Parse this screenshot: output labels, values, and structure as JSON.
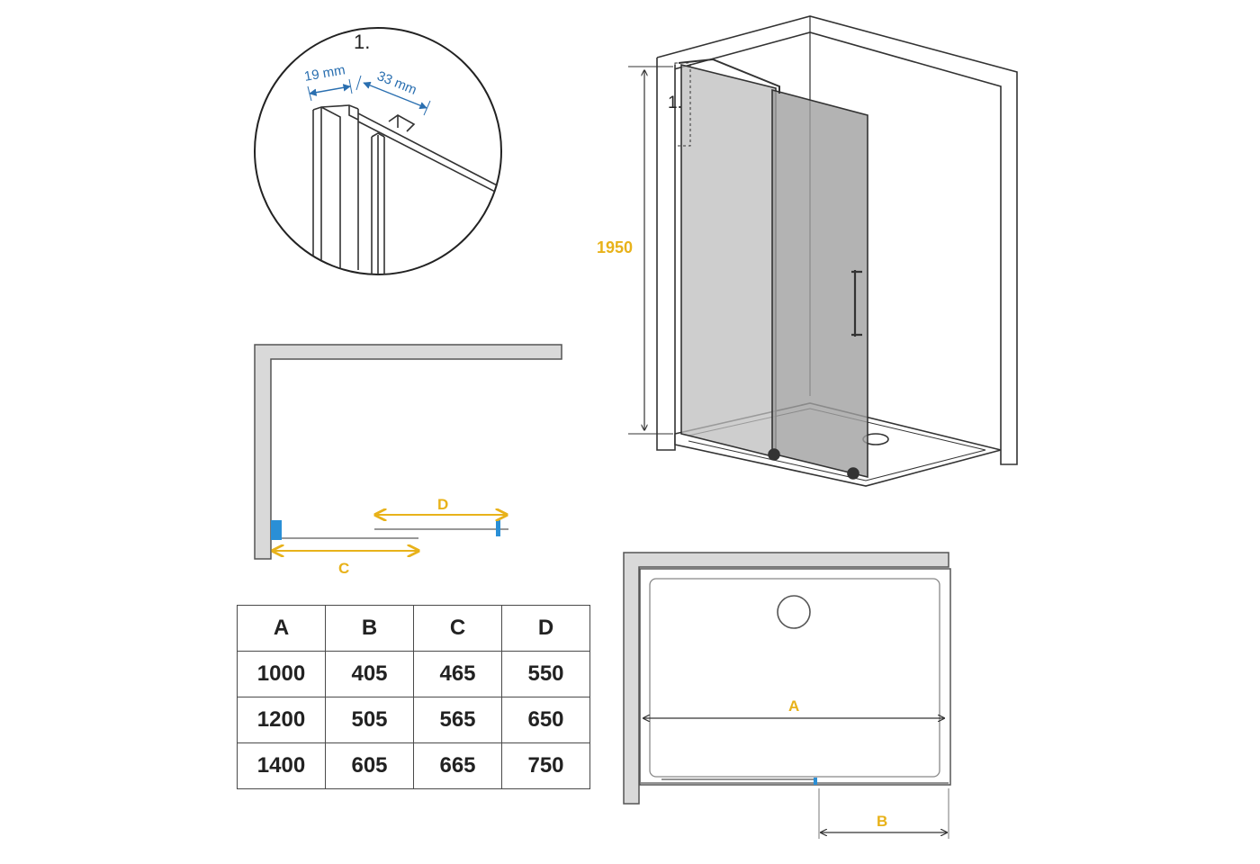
{
  "detail": {
    "number_label": "1.",
    "dim_left": "19 mm",
    "dim_right": "33 mm"
  },
  "elevation": {
    "height_label": "1950",
    "callout_label": "1."
  },
  "plan_top": {
    "label_c": "C",
    "label_d": "D"
  },
  "plan_bottom": {
    "label_a": "A",
    "label_b": "B"
  },
  "table": {
    "headers": [
      "A",
      "B",
      "C",
      "D"
    ],
    "rows": [
      [
        "1000",
        "405",
        "465",
        "550"
      ],
      [
        "1200",
        "505",
        "565",
        "650"
      ],
      [
        "1400",
        "605",
        "665",
        "750"
      ]
    ]
  },
  "colors": {
    "dimension_yellow": "#e8b21a",
    "profile_blue": "#2a8fd6",
    "glass_grey": "#9e9e9e",
    "wall_grey": "#d9d9d9",
    "line_dark": "#333333"
  }
}
